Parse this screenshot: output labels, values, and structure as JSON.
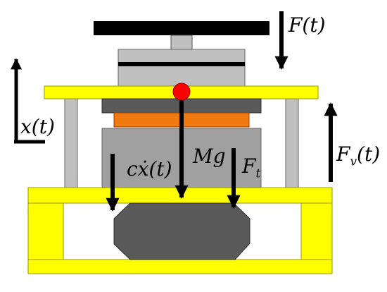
{
  "labels": {
    "force_top": "F(t)",
    "displacement": "x(t)",
    "damping": "cẋ(t)",
    "gravity": "Mg",
    "force_t": "F",
    "force_t_sub": "t",
    "force_v": "F",
    "force_v_sub": "v",
    "force_v_arg": "(t)"
  },
  "colors": {
    "yellow": "#ffff00",
    "yellow_stroke": "#999900",
    "gray_light": "#c0c0c0",
    "gray_mid": "#a0a0a0",
    "gray_dark": "#595959",
    "orange": "#f07a10",
    "black": "#000000",
    "mass_dot": "#ff0000"
  },
  "icons": {
    "arrow": "arrow-icon",
    "mass": "center-of-mass-dot"
  }
}
